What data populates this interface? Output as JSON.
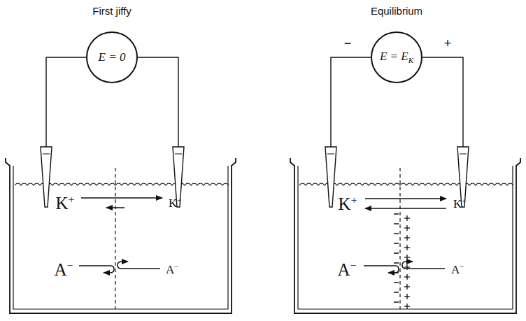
{
  "diagram": {
    "nodes": [
      {
        "text": [
          "E = 0"
        ]
      },
      {
        "text": [
          "E = EK"
        ]
      }
    ],
    "labels": [
      "First jiffy",
      "K+",
      "K+",
      "A−",
      "A−",
      "Equilibrium",
      "−",
      "+",
      "K+",
      "K+",
      "A−",
      "A−"
    ]
  }
}
